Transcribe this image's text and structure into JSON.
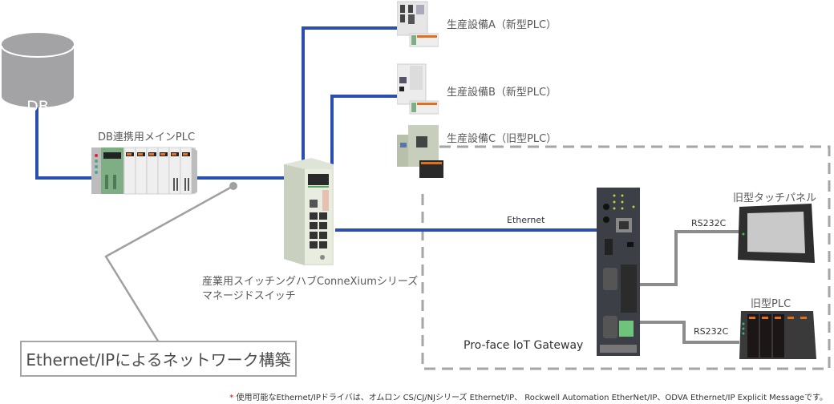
{
  "colors": {
    "ethernet": "#2a4fb0",
    "serial": "#8c8c8c",
    "dashed_box": "#a6a6a6",
    "db": "#a3a3a6",
    "footnote_star": "#e60012"
  },
  "database": {
    "label": "DB",
    "icon": "database-cylinder-icon"
  },
  "main_plc": {
    "label": "DB連携用メインPLC",
    "icon": "plc-rack-icon"
  },
  "switch_hub": {
    "label_line1": "産業用スイッチングハブConneXiumシリーズ",
    "label_line2": "マネージドスイッチ",
    "icon": "network-switch-icon"
  },
  "equipment": [
    {
      "label": "生産設備A（新型PLC）",
      "icon": "production-machine-icon"
    },
    {
      "label": "生産設備B（新型PLC）",
      "icon": "production-machine-icon"
    },
    {
      "label": "生産設備C（旧型PLC）",
      "icon": "production-machine-icon"
    }
  ],
  "gateway": {
    "label": "Pro-face IoT Gateway",
    "brand": "Pro-face",
    "icon": "iot-gateway-icon"
  },
  "links": {
    "ethernet_label": "Ethernet",
    "rs232c_touch": "RS232C",
    "rs232c_plc": "RS232C"
  },
  "legacy_devices": [
    {
      "label": "旧型タッチパネル",
      "icon": "touch-panel-icon"
    },
    {
      "label": "旧型PLC",
      "icon": "legacy-plc-icon"
    }
  ],
  "callout": {
    "text": "Ethernet/IPによるネットワーク構築"
  },
  "footnote": {
    "star": "*",
    "text": " 使用可能なEthernet/IPドライバは、オムロン CS/CJ/NJシリーズ Ethernet/IP、 Rockwell Automation EtherNet/IP、ODVA Ethernet/IP Explicit Messageです。"
  }
}
